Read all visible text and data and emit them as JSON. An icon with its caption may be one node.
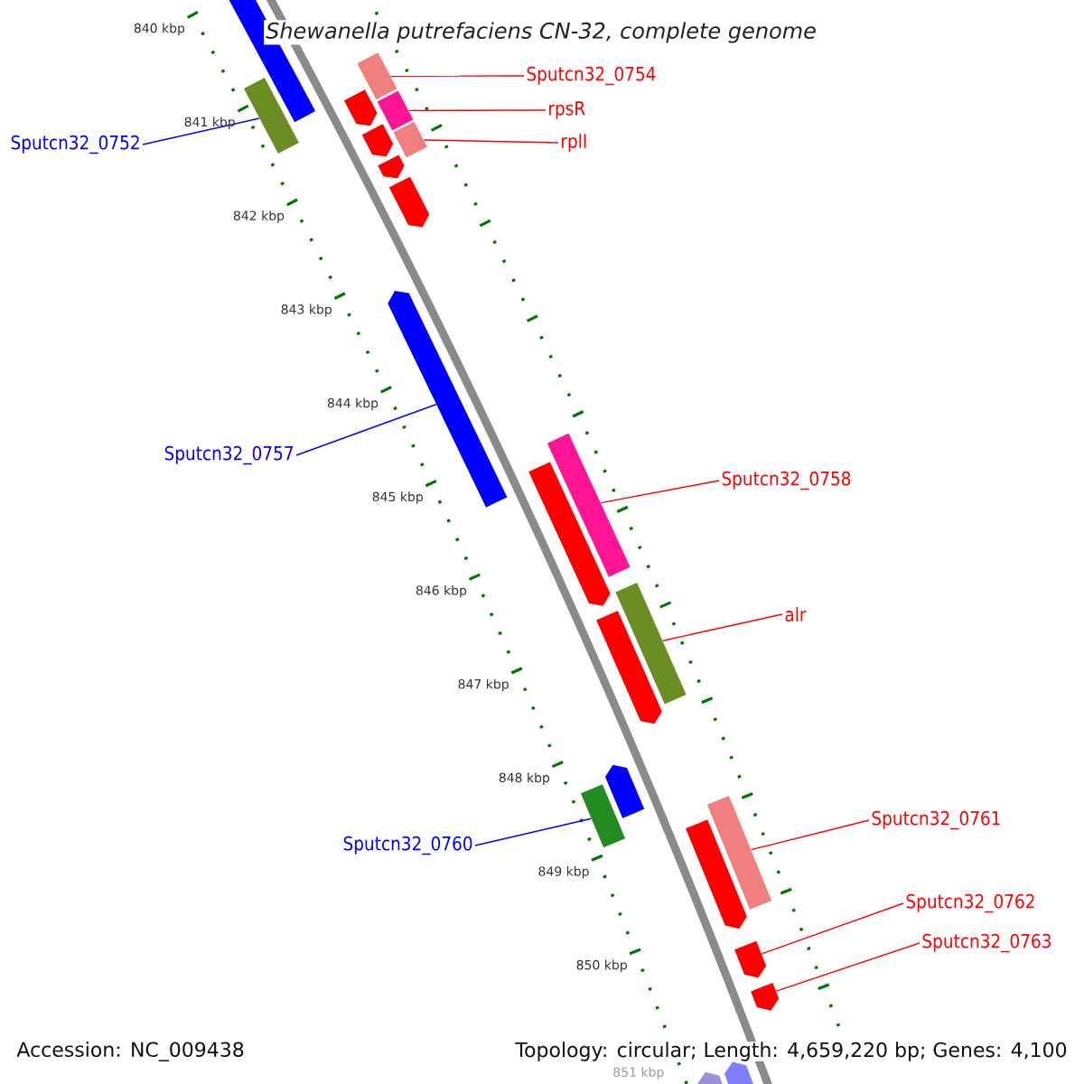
{
  "diagram": {
    "title": "Shewanella putrefaciens CN-32, complete genome",
    "nodes": [
      {
        "text": [
          "Sputcn32_0754"
        ]
      },
      {
        "text": [],
        "shape": "bar"
      },
      {
        "text": [
          "rpsR"
        ]
      },
      {
        "text": [],
        "shape": "bar"
      },
      {
        "text": [
          "rplI"
        ]
      },
      {
        "text": [],
        "shape": "bar"
      },
      {
        "text": [
          "Sputcn32_0752"
        ]
      },
      {
        "text": [],
        "shape": "bar"
      },
      {
        "text": [
          "Sputcn32_0757"
        ]
      },
      {
        "text": [],
        "shape": "arrow"
      },
      {
        "text": [
          "Sputcn32_0758"
        ]
      },
      {
        "text": [],
        "shape": "bar"
      },
      {
        "text": [
          "alr"
        ]
      },
      {
        "text": [],
        "shape": "bar"
      },
      {
        "text": [
          "Sputcn32_0760"
        ]
      },
      {
        "text": [],
        "shape": "bar"
      },
      {
        "text": [
          "Sputcn32_0761"
        ]
      },
      {
        "text": [],
        "shape": "bar"
      },
      {
        "text": [
          "Sputcn32_0762"
        ]
      },
      {
        "text": [],
        "shape": "arrow"
      },
      {
        "text": [
          "Sputcn32_0763"
        ]
      },
      {
        "text": [],
        "shape": "arrow"
      },
      {
        "text": [],
        "shape": "arrow"
      },
      {
        "text": [],
        "shape": "arrow"
      },
      {
        "text": [],
        "shape": "arrow"
      },
      {
        "text": [],
        "shape": "arrow"
      },
      {
        "text": [],
        "shape": "arrow"
      },
      {
        "text": [],
        "shape": "arrow"
      },
      {
        "text": [],
        "shape": "arrow"
      },
      {
        "text": [],
        "shape": "arrow"
      },
      {
        "text": [],
        "shape": "arrow"
      },
      {
        "text": [],
        "shape": "arrow"
      },
      {
        "text": [],
        "shape": "arrow"
      }
    ],
    "edges": [
      {
        "from": 0,
        "to": 1,
        "arrow": "none"
      },
      {
        "from": 2,
        "to": 3,
        "arrow": "none"
      },
      {
        "from": 4,
        "to": 5,
        "arrow": "none"
      },
      {
        "from": 6,
        "to": 7,
        "arrow": "none",
        "color": "#0000ff"
      },
      {
        "from": 8,
        "to": 9,
        "arrow": "none",
        "color": "#0000ff"
      },
      {
        "from": 10,
        "to": 11,
        "arrow": "none"
      },
      {
        "from": 12,
        "to": 13,
        "arrow": "none"
      },
      {
        "from": 14,
        "to": 15,
        "arrow": "none",
        "color": "#0000ff"
      },
      {
        "from": 16,
        "to": 17,
        "arrow": "none"
      },
      {
        "from": 18,
        "to": 19,
        "arrow": "none"
      },
      {
        "from": 20,
        "to": 21,
        "arrow": "none"
      }
    ],
    "labels": [
      "840 kbp",
      "841 kbp",
      "842 kbp",
      "843 kbp",
      "844 kbp",
      "845 kbp",
      "846 kbp",
      "847 kbp",
      "848 kbp",
      "849 kbp",
      "850 kbp",
      "851 kbp",
      "Accession: NC_009438",
      "Topology: circular; Length: 4,659,220 bp; Genes: 4,100"
    ]
  }
}
